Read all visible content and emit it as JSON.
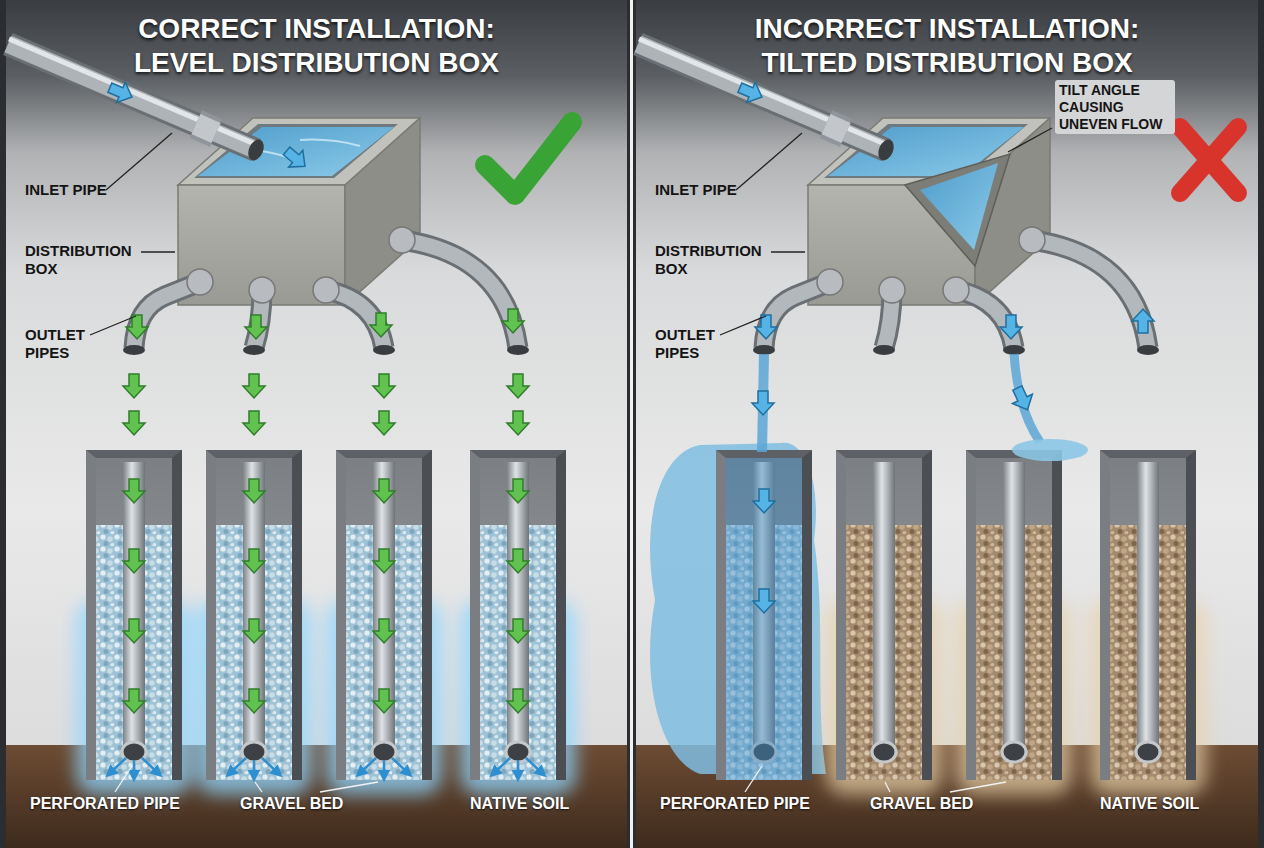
{
  "diagram": {
    "nodes": [
      {
        "text": [
          "CORRECT INSTALLATION: LEVEL DISTRIBUTION BOX"
        ]
      },
      {
        "text": [
          "INCORRECT INSTALLATION: TILTED DISTRIBUTION BOX"
        ]
      }
    ],
    "labels": [
      "INLET PIPE",
      "DISTRIBUTION BOX",
      "OUTLET PIPES",
      "PERFORATED PIPE",
      "GRAVEL BED",
      "NATIVE SOIL",
      "INLET PIPE",
      "TILT ANGLE CAUSING UNEVEN FLOW",
      "DISTRIBUTION BOX",
      "OUTLET PIPES",
      "PERFORATED PIPE",
      "GRAVEL BED",
      "NATIVE SOIL"
    ]
  }
}
